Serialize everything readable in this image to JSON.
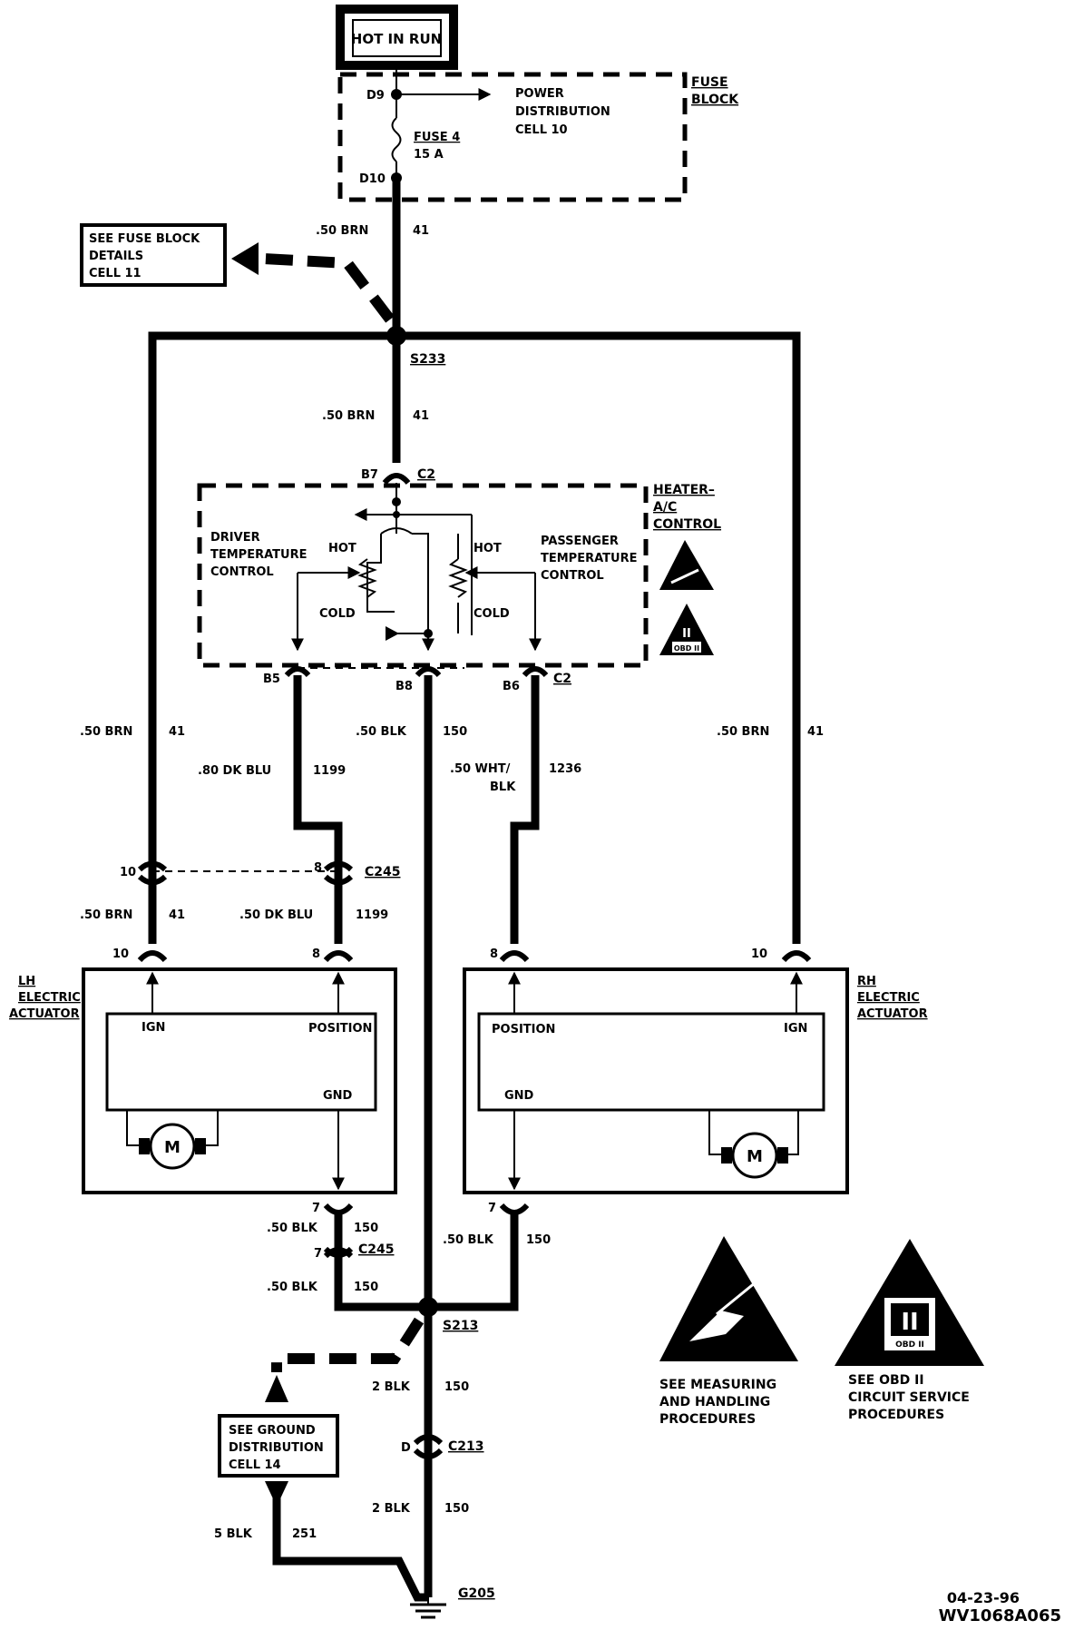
{
  "header": {
    "hot_in_run": "HOT IN RUN"
  },
  "fuse_block": {
    "title_line1": "FUSE",
    "title_line2": "BLOCK",
    "terminal_top": "D9",
    "terminal_bottom": "D10",
    "fuse_name": "FUSE 4",
    "fuse_rating": "15 A",
    "power_dist_line1": "POWER",
    "power_dist_line2": "DISTRIBUTION",
    "power_dist_line3": "CELL 10"
  },
  "see_fuse_block": {
    "line1": "SEE FUSE BLOCK",
    "line2": "DETAILS",
    "line3": "CELL 11"
  },
  "splice_top": "S233",
  "splice_bottom": "S213",
  "wires": {
    "brn_gauge": ".50 BRN",
    "brn_circuit": "41",
    "dkblu_gauge_80": ".80 DK BLU",
    "dkblu_gauge_50": ".50 DK BLU",
    "dkblu_circuit": "1199",
    "blk_gauge": ".50 BLK",
    "blk_circuit": "150",
    "whtblk_gauge_line1": ".50 WHT/",
    "whtblk_gauge_line2": "BLK",
    "whtblk_circuit": "1236",
    "blk2_gauge": "2 BLK",
    "blk5_gauge": "5 BLK",
    "blk5_circuit": "251"
  },
  "heater_control": {
    "title_line1": "HEATER–",
    "title_line2": "A/C",
    "title_line3": "CONTROL",
    "connector": "C2",
    "pin_b7": "B7",
    "pin_b5": "B5",
    "pin_b8": "B8",
    "pin_b6": "B6",
    "driver_line1": "DRIVER",
    "driver_line2": "TEMPERATURE",
    "driver_line3": "CONTROL",
    "passenger_line1": "PASSENGER",
    "passenger_line2": "TEMPERATURE",
    "passenger_line3": "CONTROL",
    "hot": "HOT",
    "cold": "COLD",
    "obd_label": "OBD II",
    "obd_numeral": "II"
  },
  "connector_c245": {
    "name": "C245",
    "pin10": "10",
    "pin8": "8",
    "pin7": "7"
  },
  "lh_actuator": {
    "title_line1": "LH",
    "title_line2": "ELECTRIC",
    "title_line3": "ACTUATOR",
    "pin10": "10",
    "pin8": "8",
    "pin7": "7",
    "ign": "IGN",
    "position": "POSITION",
    "gnd": "GND",
    "motor": "M"
  },
  "rh_actuator": {
    "title_line1": "RH",
    "title_line2": "ELECTRIC",
    "title_line3": "ACTUATOR",
    "pin10": "10",
    "pin8": "8",
    "pin7": "7",
    "ign": "IGN",
    "position": "POSITION",
    "gnd": "GND",
    "motor": "M"
  },
  "connector_c213": {
    "name": "C213",
    "pin": "D"
  },
  "ground": {
    "name": "G205"
  },
  "see_ground": {
    "line1": "SEE GROUND",
    "line2": "DISTRIBUTION",
    "line3": "CELL 14"
  },
  "legend": {
    "esd_line1": "SEE MEASURING",
    "esd_line2": "AND HANDLING",
    "esd_line3": "PROCEDURES",
    "obd_line1": "SEE OBD II",
    "obd_line2": "CIRCUIT SERVICE",
    "obd_line3": "PROCEDURES",
    "obd_label": "OBD II",
    "obd_numeral": "II"
  },
  "footer": {
    "date": "04-23-96",
    "code": "WV1068A065"
  }
}
